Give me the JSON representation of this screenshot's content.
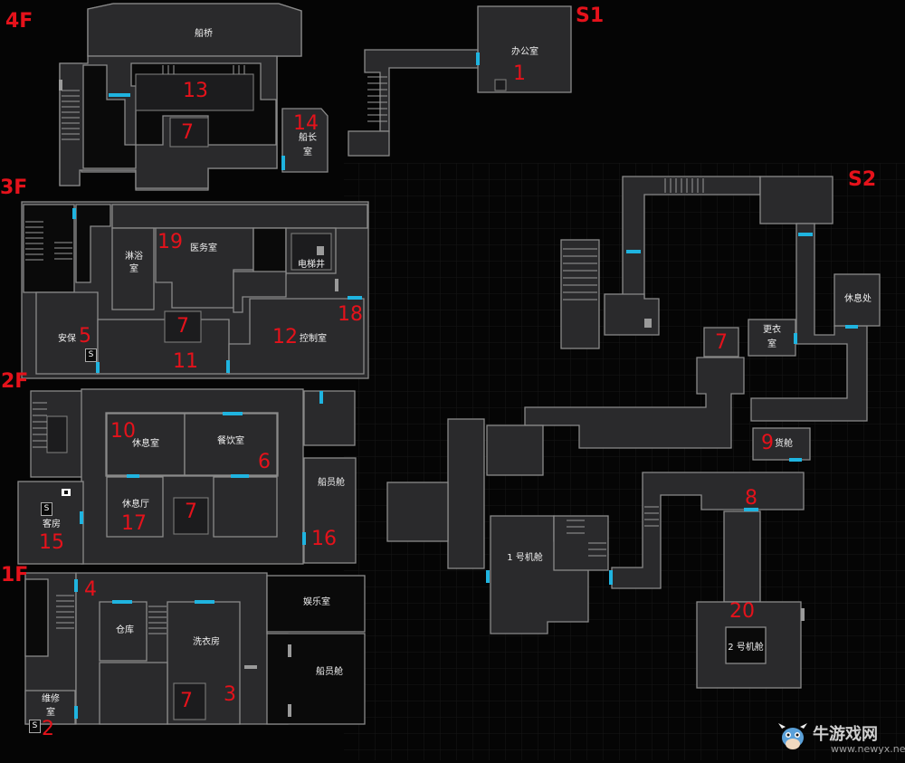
{
  "floors": {
    "f4": "4F",
    "f3": "3F",
    "f2": "2F",
    "f1": "1F",
    "s1": "S1",
    "s2": "S2"
  },
  "rooms": {
    "bridge": "船桥",
    "office": "办公室",
    "captain1": "船长",
    "captain2": "室",
    "shower1": "淋浴",
    "shower2": "室",
    "medical": "医务室",
    "elevator": "电梯井",
    "security": "安保",
    "control": "控制室",
    "lounge": "休息室",
    "dining": "餐饮室",
    "crew_2f": "船员舱",
    "rest_hall": "休息厅",
    "guest": "客房",
    "storage": "仓库",
    "laundry": "洗衣房",
    "repair1": "维修",
    "repair2": "室",
    "recreation": "娱乐室",
    "crew_1f": "船员舱",
    "engine1": "1 号机舱",
    "engine2": "2 号机舱",
    "changing1": "更衣",
    "changing2": "室",
    "rest_area": "休息处",
    "cargo": "货舱"
  },
  "markers": {
    "m13": "13",
    "m7_4f": "7",
    "m14": "14",
    "m1": "1",
    "m19": "19",
    "m5": "5",
    "m7_3f": "7",
    "m11": "11",
    "m12": "12",
    "m18": "18",
    "m10": "10",
    "m6": "6",
    "m17": "17",
    "m7_2f": "7",
    "m15": "15",
    "m16": "16",
    "m4": "4",
    "m7_1f": "7",
    "m3": "3",
    "m2": "2",
    "m7_s2": "7",
    "m9": "9",
    "m8": "8",
    "m20": "20"
  },
  "icons": {
    "save": "S",
    "tv": "tv-icon"
  },
  "watermark": {
    "name": "牛游戏网",
    "url": "www.newyx.net"
  },
  "colors": {
    "wall": "#8a8a8a",
    "floor": "#2a2a2c",
    "door": "#1fb4e0",
    "marker": "#e5121b"
  }
}
